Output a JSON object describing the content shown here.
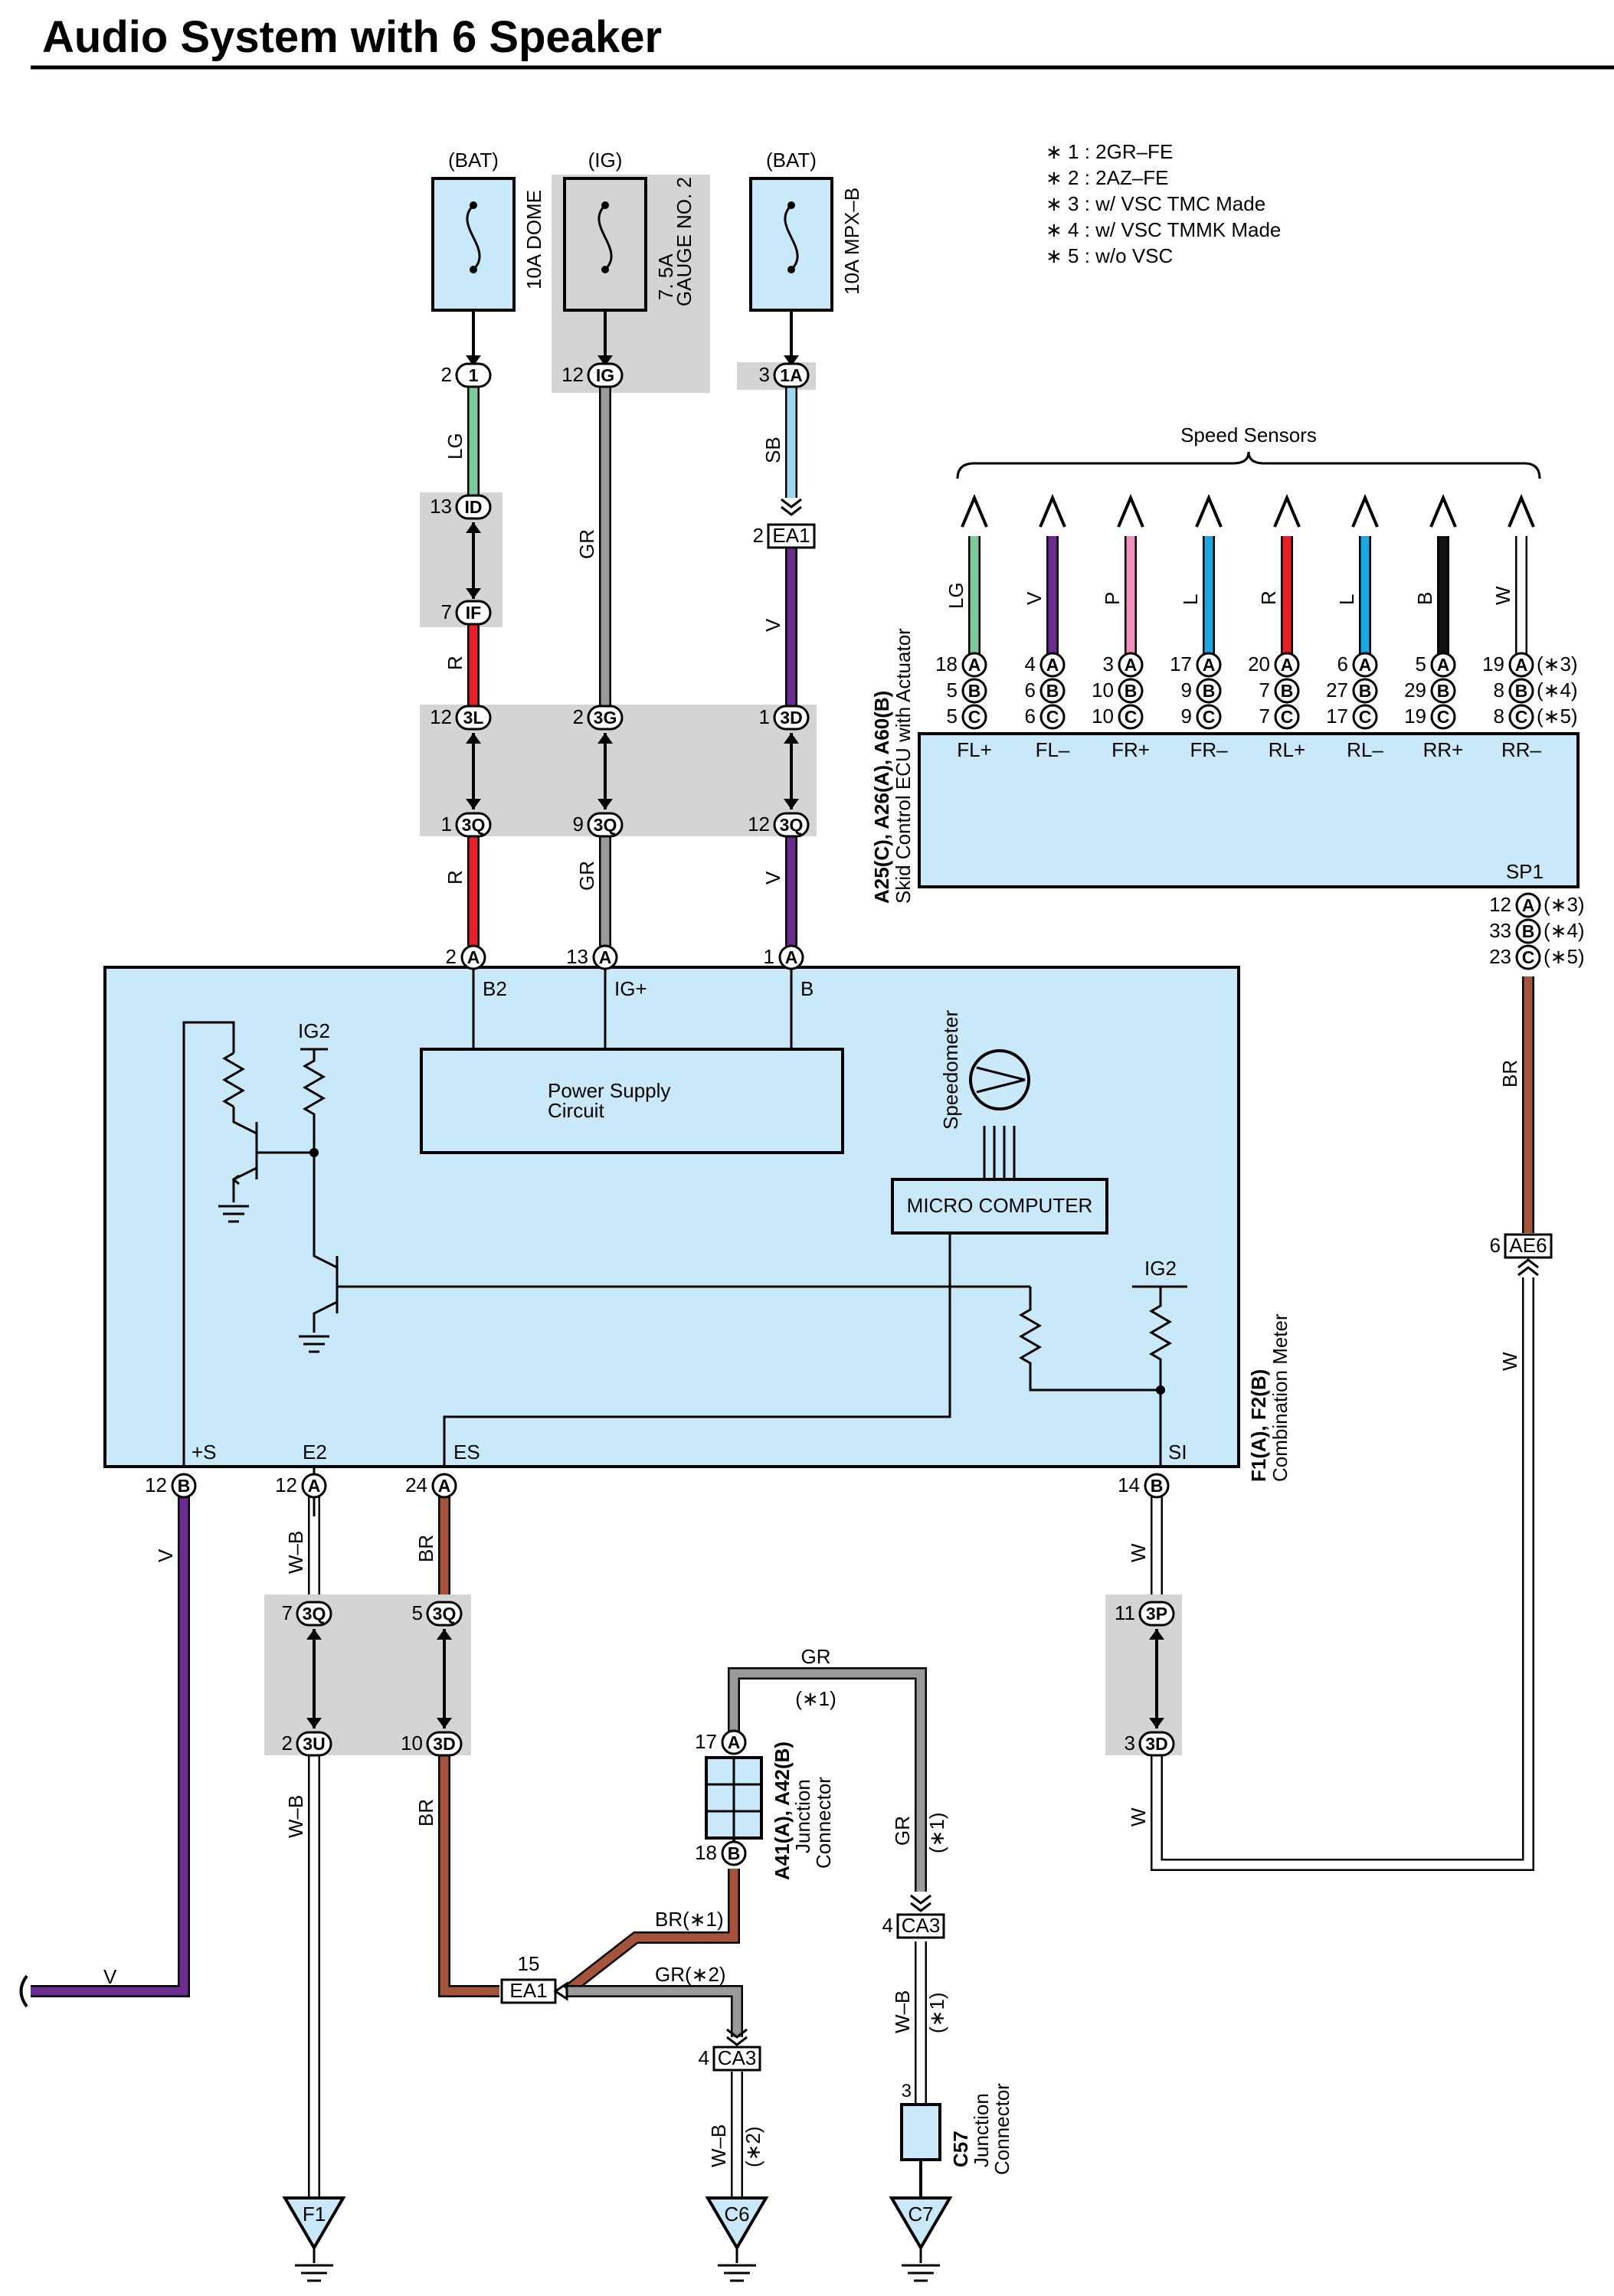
{
  "title": "Audio System with 6 Speaker",
  "notes": [
    "∗ 1 : 2GR–FE",
    "∗ 2 : 2AZ–FE",
    "∗ 3 : w/ VSC TMC Made",
    "∗ 4 : w/ VSC TMMK Made",
    "∗ 5 : w/o VSC"
  ],
  "fuses": [
    {
      "source": "(BAT)",
      "name": "10A DOME"
    },
    {
      "source": "(IG)",
      "name_line1": "7. 5A",
      "name_line2": "GAUGE NO. 2"
    },
    {
      "source": "(BAT)",
      "name": "10A MPX–B"
    }
  ],
  "speed_sensors": {
    "label": "Speed Sensors",
    "wires": [
      {
        "color_code": "LG",
        "pins": [
          "18",
          "5",
          "5"
        ],
        "terminal": "FL+"
      },
      {
        "color_code": "V",
        "pins": [
          "4",
          "6",
          "6"
        ],
        "terminal": "FL–"
      },
      {
        "color_code": "P",
        "pins": [
          "3",
          "10",
          "10"
        ],
        "terminal": "FR+"
      },
      {
        "color_code": "L",
        "pins": [
          "17",
          "9",
          "9"
        ],
        "terminal": "FR–"
      },
      {
        "color_code": "R",
        "pins": [
          "20",
          "7",
          "7"
        ],
        "terminal": "RL+"
      },
      {
        "color_code": "L",
        "pins": [
          "6",
          "27",
          "17"
        ],
        "terminal": "RL–"
      },
      {
        "color_code": "B",
        "pins": [
          "5",
          "29",
          "19"
        ],
        "terminal": "RR+"
      },
      {
        "color_code": "W",
        "pins": [
          "19",
          "8",
          "8"
        ],
        "terminal": "RR–"
      }
    ],
    "last_notes": [
      "(∗3)",
      "(∗4)",
      "(∗5)"
    ]
  },
  "skid_ecu": {
    "id": "A25(C), A26(A), A60(B)",
    "name": "Skid Control ECU with Actuator",
    "terminal": "SP1",
    "out_pins": [
      {
        "pin": "12",
        "conn": "A",
        "note": "(∗3)"
      },
      {
        "pin": "33",
        "conn": "B",
        "note": "(∗4)"
      },
      {
        "pin": "23",
        "conn": "C",
        "note": "(∗5)"
      }
    ]
  },
  "meter": {
    "id": "F1(A), F2(B)",
    "name": "Combination Meter",
    "power_supply_line1": "Power Supply",
    "power_supply_line2": "Circuit",
    "micro_computer": "MICRO COMPUTER",
    "speedometer": "Speedometer",
    "ig2": "IG2",
    "top_terminals": [
      "B2",
      "IG+",
      "B"
    ],
    "bottom_terminals": [
      "+S",
      "E2",
      "ES",
      "SI"
    ],
    "top_pins": [
      {
        "pin": "2",
        "conn": "A"
      },
      {
        "pin": "13",
        "conn": "A"
      },
      {
        "pin": "1",
        "conn": "A"
      }
    ],
    "bottom_pins": [
      {
        "pin": "12",
        "conn": "B"
      },
      {
        "pin": "12",
        "conn": "A"
      },
      {
        "pin": "24",
        "conn": "A"
      },
      {
        "pin": "14",
        "conn": "B"
      }
    ]
  },
  "connectors": {
    "c1": {
      "pin": "2",
      "conn": "1"
    },
    "cig": {
      "pin": "12",
      "conn": "IG"
    },
    "c1a": {
      "pin": "3",
      "conn": "1A"
    },
    "id": {
      "pin": "13",
      "conn": "ID"
    },
    "if": {
      "pin": "7",
      "conn": "IF"
    },
    "ea1_top": {
      "pin": "2",
      "conn": "EA1"
    },
    "c3l": {
      "pin": "12",
      "conn": "3L"
    },
    "c3g": {
      "pin": "2",
      "conn": "3G"
    },
    "c3d_top": {
      "pin": "1",
      "conn": "3D"
    },
    "c3q_a": {
      "pin": "1",
      "conn": "3Q"
    },
    "c3q_b": {
      "pin": "9",
      "conn": "3Q"
    },
    "c3q_c": {
      "pin": "12",
      "conn": "3Q"
    },
    "ae6": {
      "pin": "6",
      "conn": "AE6"
    },
    "c3q_low1": {
      "pin": "7",
      "conn": "3Q"
    },
    "c3q_low2": {
      "pin": "5",
      "conn": "3Q"
    },
    "c3u": {
      "pin": "2",
      "conn": "3U"
    },
    "c3d_low": {
      "pin": "10",
      "conn": "3D"
    },
    "c3p": {
      "pin": "11",
      "conn": "3P"
    },
    "c3d_right": {
      "pin": "3",
      "conn": "3D"
    },
    "ea1_low": {
      "pin": "15",
      "conn": "EA1"
    },
    "ca3_a": {
      "pin": "4",
      "conn": "CA3"
    },
    "ca3_b": {
      "pin": "4",
      "conn": "CA3"
    },
    "jc_a": {
      "pin": "17",
      "conn": "A"
    },
    "jc_b": {
      "pin": "18",
      "conn": "B"
    }
  },
  "junction_connector": {
    "id": "A41(A), A42(B)",
    "name1": "Junction",
    "name2": "Connector"
  },
  "c57": {
    "id": "C57",
    "name1": "Junction",
    "name2": "Connector",
    "pin": "3"
  },
  "wire_labels": {
    "lg": "LG",
    "gr": "GR",
    "sb": "SB",
    "r": "R",
    "v": "V",
    "br": "BR",
    "w": "W",
    "wb": "W–B",
    "br1": "BR(∗1)",
    "gr2": "GR(∗2)",
    "gr_top": "GR",
    "n1": "(∗1)",
    "n2": "(∗2)"
  },
  "grounds": [
    "F1",
    "C6",
    "C7"
  ],
  "wire_colors": {
    "LG": "#7dc99a",
    "GR": "#9a9a9a",
    "SB": "#9fd8f2",
    "R": "#e8202a",
    "V": "#6a2c8f",
    "P": "#ef8fc0",
    "L": "#1fa4e0",
    "B": "#111111",
    "W": "#ffffff",
    "BR": "#a5533a"
  },
  "fill_colors": {
    "component": "#c9e8f9",
    "connector_group": "#d4d4d4"
  }
}
